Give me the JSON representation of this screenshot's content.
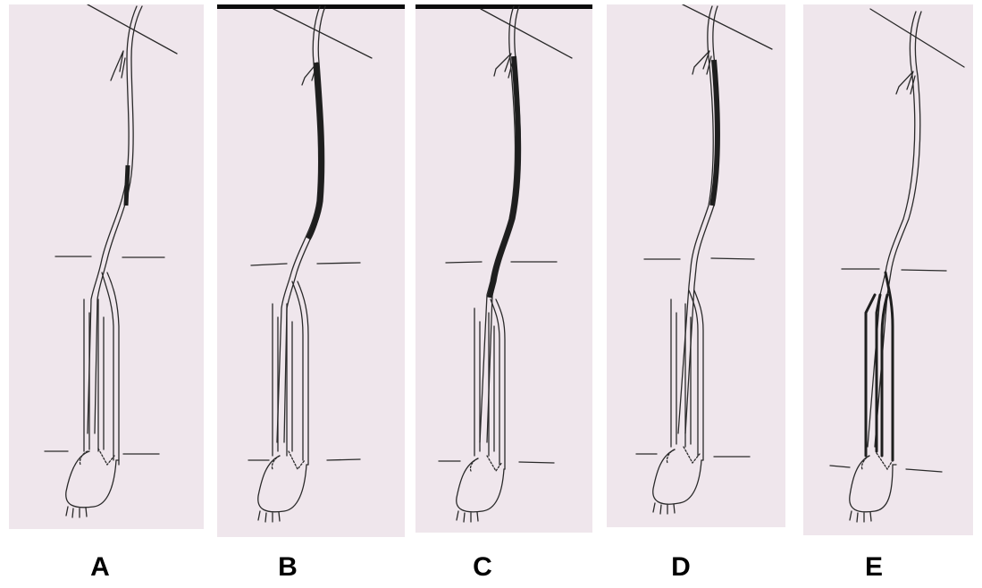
{
  "figure": {
    "background": "#efe6ec",
    "stroke_color": "#2a2a2a",
    "highlight_color": "#1e1e1e",
    "panels": [
      {
        "label": "A"
      },
      {
        "label": "B"
      },
      {
        "label": "C"
      },
      {
        "label": "D"
      },
      {
        "label": "E"
      }
    ]
  }
}
